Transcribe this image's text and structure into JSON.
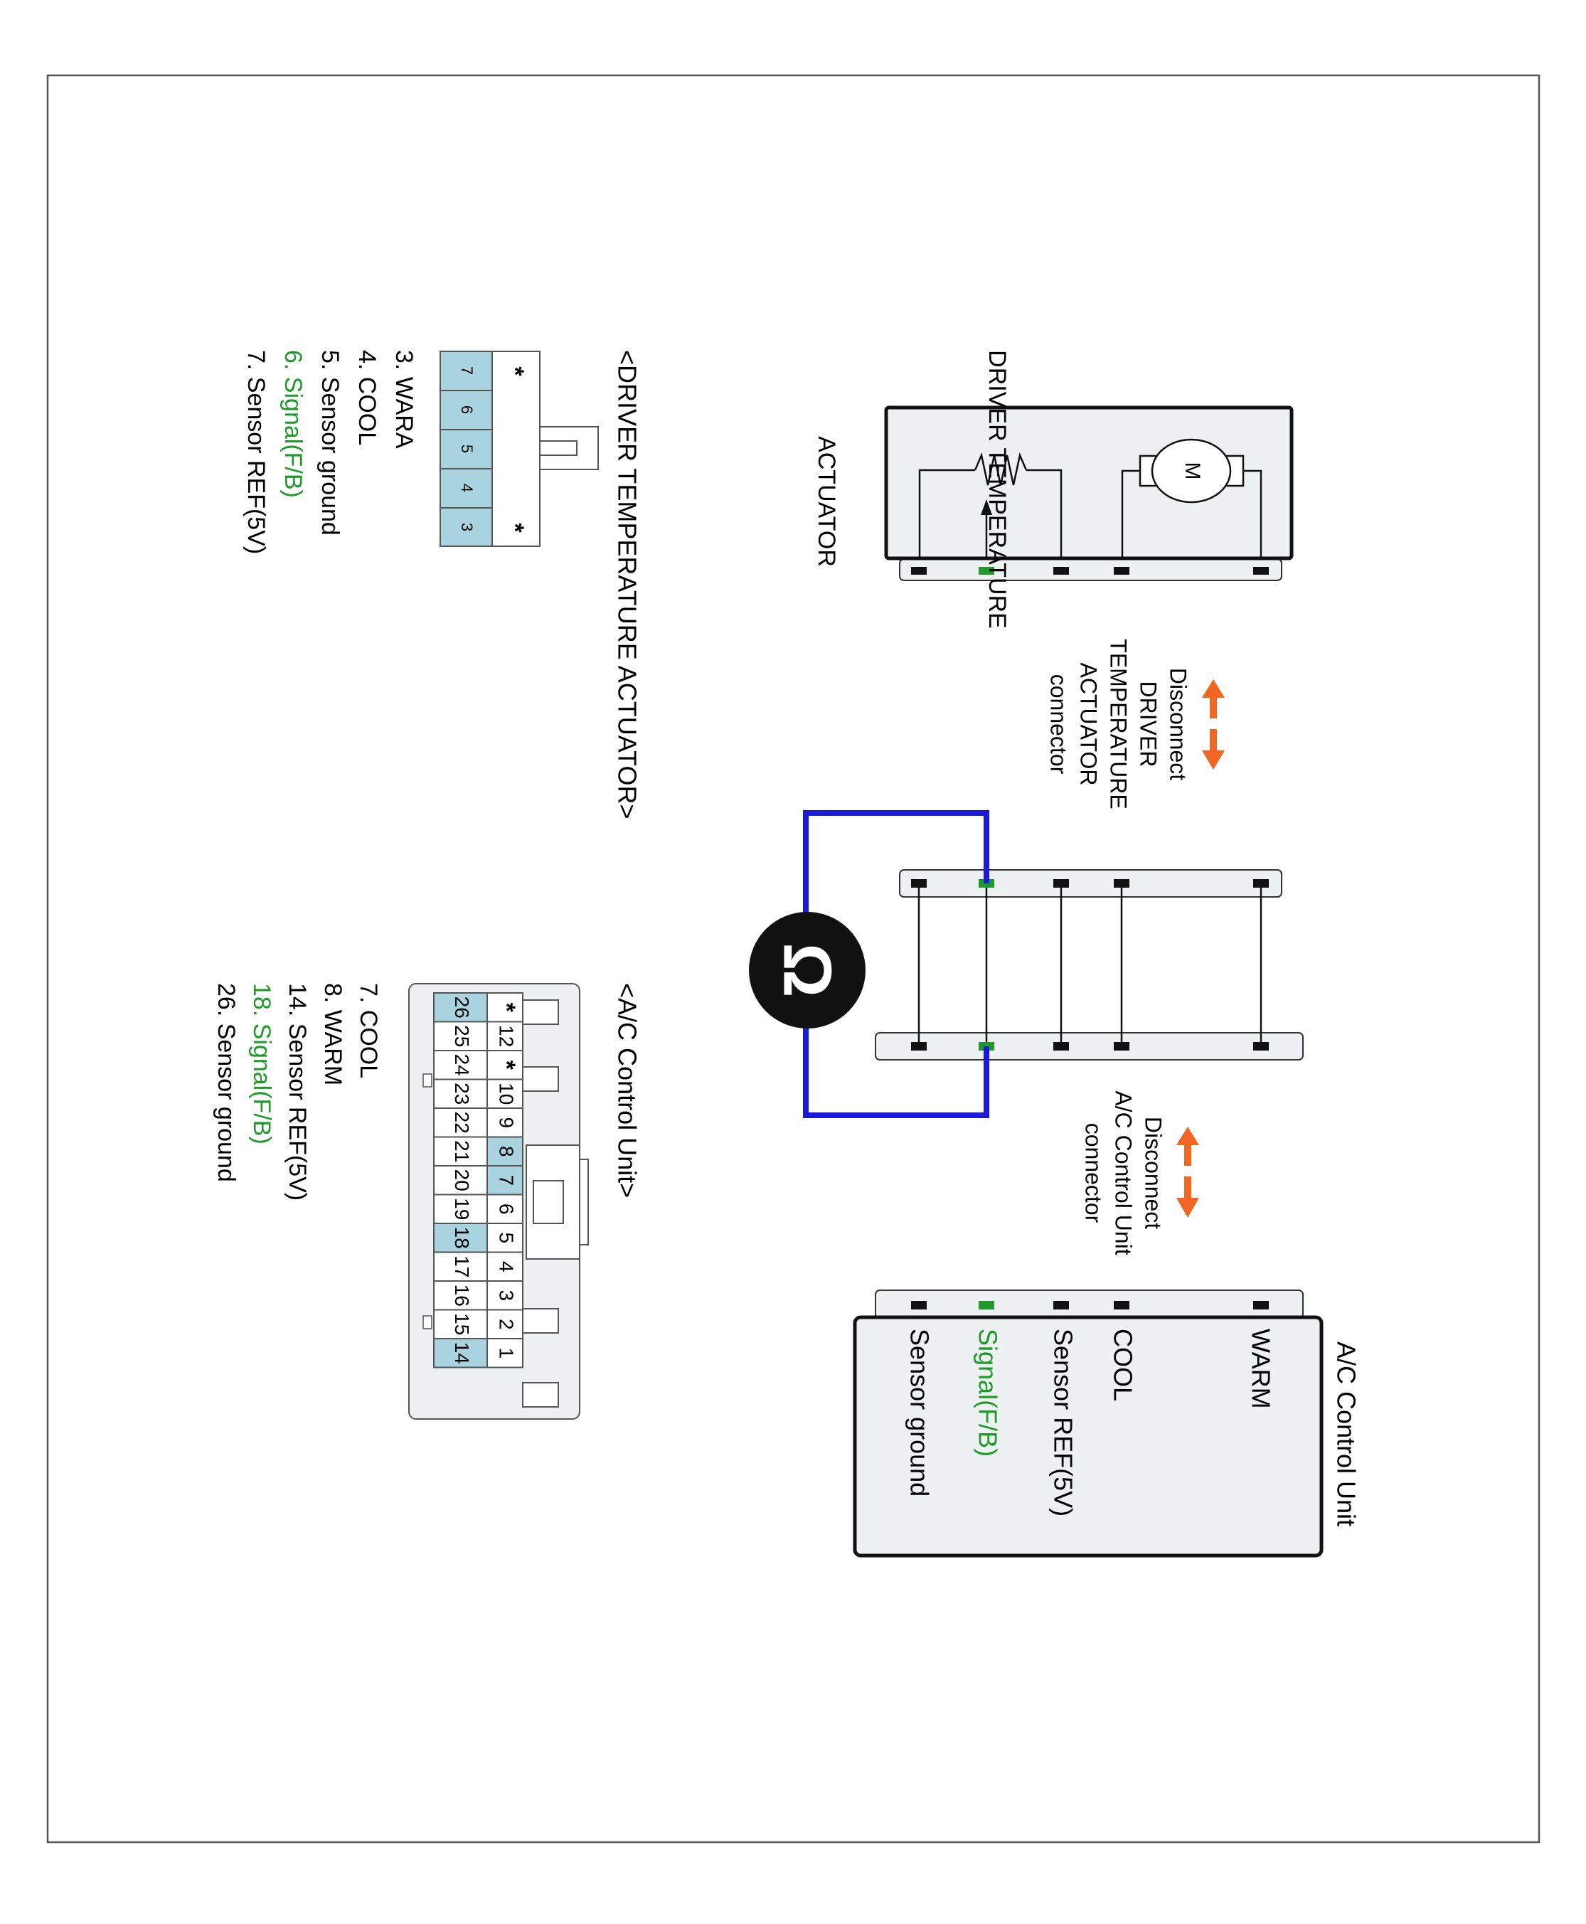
{
  "actuator": {
    "title_line1": "DRIVER TEMPERATURE",
    "title_line2": "ACTUATOR",
    "motor_symbol": "M"
  },
  "disconnect_actuator": {
    "line1": "Disconnect",
    "line2": "DRIVER",
    "line3": "TEMPERATURE",
    "line4": "ACTUATOR",
    "line5": "connector"
  },
  "disconnect_acu": {
    "line1": "Disconnect",
    "line2": "A/C Control Unit",
    "line3": "connector"
  },
  "ohmmeter": {
    "symbol": "Ω"
  },
  "acu_box": {
    "title": "A/C Control Unit",
    "pins": [
      {
        "label": "WARM",
        "highlight": false
      },
      {
        "label": "COOL",
        "highlight": false
      },
      {
        "label": "Sensor REF(5V)",
        "highlight": false
      },
      {
        "label": "Signal(F/B)",
        "highlight": true
      },
      {
        "label": "Sensor ground",
        "highlight": false
      }
    ]
  },
  "actuator_connector": {
    "title": "<DRIVER TEMPERATURE ACTUATOR>",
    "star": "*",
    "pins": [
      "7",
      "6",
      "5",
      "4",
      "3"
    ],
    "legend": [
      {
        "text": "3. WARA",
        "highlight": false
      },
      {
        "text": "4. COOL",
        "highlight": false
      },
      {
        "text": "5. Sensor ground",
        "highlight": false
      },
      {
        "text": "6. Signal(F/B)",
        "highlight": true
      },
      {
        "text": "7. Sensor REF(5V)",
        "highlight": false
      }
    ]
  },
  "acu_connector": {
    "title": "<A/C Control Unit>",
    "star": "*",
    "top_row": [
      "*",
      "12",
      "*",
      "10",
      "9",
      "8",
      "7",
      "6",
      "5",
      "4",
      "3",
      "2",
      "1"
    ],
    "bottom_row": [
      "26",
      "25",
      "24",
      "23",
      "22",
      "21",
      "20",
      "19",
      "18",
      "17",
      "16",
      "15",
      "14"
    ],
    "legend": [
      {
        "text": "7. COOL",
        "highlight": false
      },
      {
        "text": "8. WARM",
        "highlight": false
      },
      {
        "text": "14. Sensor REF(5V)",
        "highlight": false
      },
      {
        "text": "18. Signal(F/B)",
        "highlight": true
      },
      {
        "text": "26. Sensor ground",
        "highlight": false
      }
    ]
  },
  "colors": {
    "frame": "#555555",
    "box_fill": "#eef1f2",
    "pin_highlight": "#a9d3de",
    "signal_green": "#1f9a2a",
    "arrow_orange": "#f26522",
    "meter_wire": "#1a1ad8",
    "pin_black": "#111111"
  }
}
